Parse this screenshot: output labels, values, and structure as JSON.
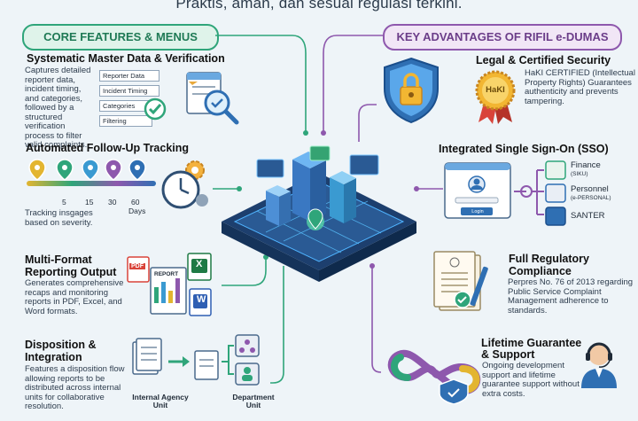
{
  "header": {
    "subtitle": "Praktis, aman, dan sesuai regulasi terkini."
  },
  "sections": {
    "left_title": "CORE FEATURES & MENUS",
    "right_title": "KEY ADVANTAGES OF RIFIL e-DUMAS"
  },
  "features": [
    {
      "title": "Systematic Master Data & Verification",
      "desc": "Captures detailed reporter data, incident timing, and categories, followed by a structured verification process to filter valid complaints.",
      "tags": [
        "Reporter Data",
        "Incident Timing",
        "Categories",
        "Filtering"
      ]
    },
    {
      "title": "Automated Follow-Up Tracking",
      "desc": "Tracking insgages based on severity.",
      "days": [
        "5",
        "15",
        "30",
        "60"
      ],
      "days_label": "Days"
    },
    {
      "title": "Multi-Format Reporting Output",
      "desc": "Generates comprehensive recaps and monitoring reports in PDF, Excel, and Word formats.",
      "report_label": "REPORT",
      "pdf_label": "PDF",
      "xls_label": "X",
      "doc_label": "W"
    },
    {
      "title": "Disposition & Integration",
      "desc": "Features a disposition flow allowing reports to be distributed across internal units for collaborative resolution.",
      "unit_a": "Internal Agency Unit",
      "unit_b": "Department Unit"
    }
  ],
  "advantages": [
    {
      "title": "Legal & Certified Security",
      "desc": "HaKI CERTIFIED (Intellectual Property Rights) Guarantees authenticity and prevents tampering.",
      "badge": "HaKI"
    },
    {
      "title": "Integrated Single Sign-On (SSO)",
      "login_label": "Login",
      "systems": [
        {
          "name": "Finance",
          "sub": "(SIKU)"
        },
        {
          "name": "Personnel",
          "sub": "(e-PERSONAL)"
        },
        {
          "name": "SANTER",
          "sub": ""
        }
      ]
    },
    {
      "title": "Full Regulatory Compliance",
      "desc": "Perpres No. 76 of 2013 regarding Public Service Complaint Management adherence to standards."
    },
    {
      "title": "Lifetime Guarantee & Support",
      "desc": "Ongoing development support and lifetime guarantee support without extra costs."
    }
  ],
  "colors": {
    "green": "#2fa57a",
    "purple": "#8e58ad",
    "blue": "#2f6fb3"
  }
}
